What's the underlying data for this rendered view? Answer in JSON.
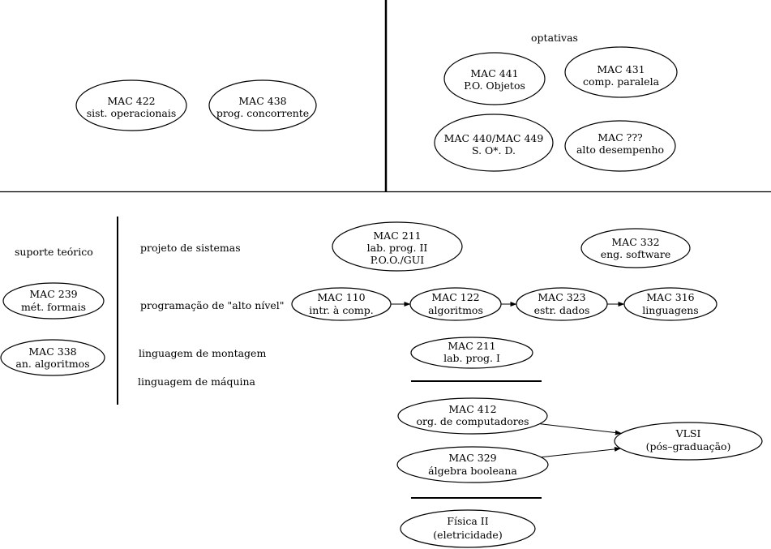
{
  "optativas_label": "optativas",
  "labels": {
    "suporte": "suporte teórico",
    "projeto": "projeto de sistemas",
    "programacao": "programação de \"alto nível\"",
    "montagem": "linguagem de montagem",
    "maquina": "linguagem de máquina"
  },
  "nodes": {
    "mac422": [
      "MAC 422",
      "sist. operacionais"
    ],
    "mac438": [
      "MAC 438",
      "prog. concorrente"
    ],
    "mac441": [
      "MAC 441",
      "P.O. Objetos"
    ],
    "mac431": [
      "MAC 431",
      "comp. paralela"
    ],
    "mac440": [
      "MAC 440/MAC 449",
      "S. O*. D."
    ],
    "macxxx": [
      "MAC ???",
      "alto desempenho"
    ],
    "mac239": [
      "MAC 239",
      "mét. formais"
    ],
    "mac338": [
      "MAC 338",
      "an. algoritmos"
    ],
    "mac211b": [
      "MAC 211",
      "lab. prog. II",
      "P.O.O./GUI"
    ],
    "mac332": [
      "MAC 332",
      "eng. software"
    ],
    "mac110": [
      "MAC 110",
      "intr. à comp."
    ],
    "mac122": [
      "MAC 122",
      "algoritmos"
    ],
    "mac323": [
      "MAC 323",
      "estr. dados"
    ],
    "mac316": [
      "MAC 316",
      "linguagens"
    ],
    "mac211a": [
      "MAC 211",
      "lab. prog. I"
    ],
    "mac412": [
      "MAC 412",
      "org. de computadores"
    ],
    "mac329": [
      "MAC 329",
      "álgebra booleana"
    ],
    "vlsi": [
      "VLSI",
      "(pós–graduação)"
    ],
    "fisica": [
      "Física II",
      "(eletricidade)"
    ]
  },
  "edges": [
    [
      "mac110",
      "mac122"
    ],
    [
      "mac122",
      "mac323"
    ],
    [
      "mac323",
      "mac316"
    ],
    [
      "mac412",
      "vlsi"
    ],
    [
      "mac329",
      "vlsi"
    ]
  ]
}
